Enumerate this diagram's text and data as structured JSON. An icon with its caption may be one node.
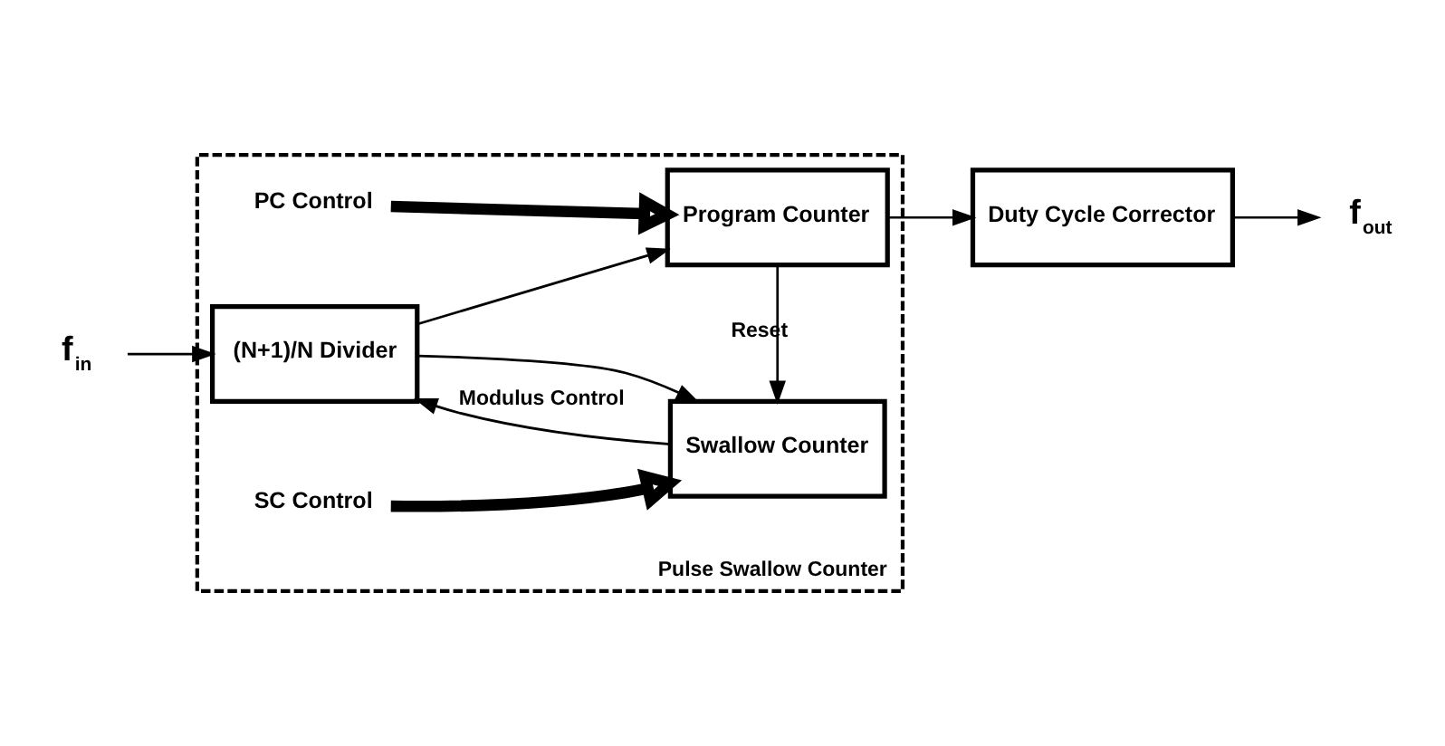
{
  "diagram": {
    "nodes": [
      {
        "text": [
          "Pulse Swallow Counter"
        ]
      },
      {
        "text": [
          "f$_{in}$"
        ]
      },
      {
        "text": [
          "(N+1)/N Divider"
        ],
        "in": 0
      },
      {
        "text": [
          "Program Counter"
        ],
        "in": 0
      },
      {
        "text": [
          "Swallow Counter"
        ],
        "in": 0
      },
      {
        "text": [
          "Duty Cycle Corrector"
        ]
      },
      {
        "text": [
          "f$_{out}$"
        ]
      },
      {
        "text": [
          "PC Control"
        ],
        "in": 0
      },
      {
        "text": [
          "SC Control"
        ],
        "in": 0
      }
    ],
    "edges": [
      {
        "from": 1,
        "to": 2,
        "arrow": "to"
      },
      {
        "from": 2,
        "to": 3,
        "arrow": "to"
      },
      {
        "from": 2,
        "to": 4,
        "arrow": "to"
      },
      {
        "from": 3,
        "to": 5,
        "arrow": "to"
      },
      {
        "from": 3,
        "to": 4,
        "arrow": "to",
        "label": "Reset"
      },
      {
        "from": 4,
        "to": 2,
        "arrow": "to",
        "label": "Modulus Control"
      },
      {
        "from": 5,
        "to": 6,
        "arrow": "to"
      },
      {
        "from": 7,
        "to": 3,
        "arrow": "to",
        "style": "thick"
      },
      {
        "from": 8,
        "to": 4,
        "arrow": "to",
        "style": "thick"
      }
    ]
  }
}
